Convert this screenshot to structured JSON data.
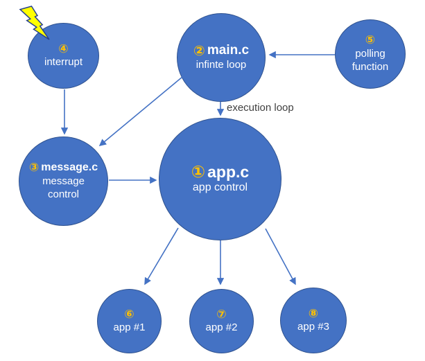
{
  "diagram": {
    "annotations": {
      "execution_loop": "execution loop"
    },
    "nodes": {
      "interrupt": {
        "number": "④",
        "label": "interrupt"
      },
      "main": {
        "number": "②",
        "title": "main.c",
        "subtitle": "infinte loop"
      },
      "polling": {
        "number": "⑤",
        "line1": "polling",
        "line2": "function"
      },
      "message": {
        "number": "③",
        "title": "message.c",
        "line1": "message",
        "line2": "control"
      },
      "app": {
        "number": "①",
        "title": "app.c",
        "subtitle": "app control"
      },
      "app1": {
        "number": "⑥",
        "label": "app #1"
      },
      "app2": {
        "number": "⑦",
        "label": "app #2"
      },
      "app3": {
        "number": "⑧",
        "label": "app #3"
      }
    },
    "edges": [
      {
        "from": "interrupt",
        "to": "message"
      },
      {
        "from": "main",
        "to": "message"
      },
      {
        "from": "polling",
        "to": "main"
      },
      {
        "from": "main",
        "to": "app",
        "label": "execution loop"
      },
      {
        "from": "message",
        "to": "app"
      },
      {
        "from": "app",
        "to": "app1"
      },
      {
        "from": "app",
        "to": "app2"
      },
      {
        "from": "app",
        "to": "app3"
      }
    ],
    "colors": {
      "node_fill": "#4472C4",
      "node_border": "#2F528F",
      "arrow": "#4472C4",
      "number_accent": "#FFC000",
      "node_text": "#FFFFFF",
      "annotation_text": "#3F3F3F",
      "bolt_fill": "#FFFF00",
      "bolt_outline": "#26418F",
      "background": "#FFFFFF"
    }
  }
}
